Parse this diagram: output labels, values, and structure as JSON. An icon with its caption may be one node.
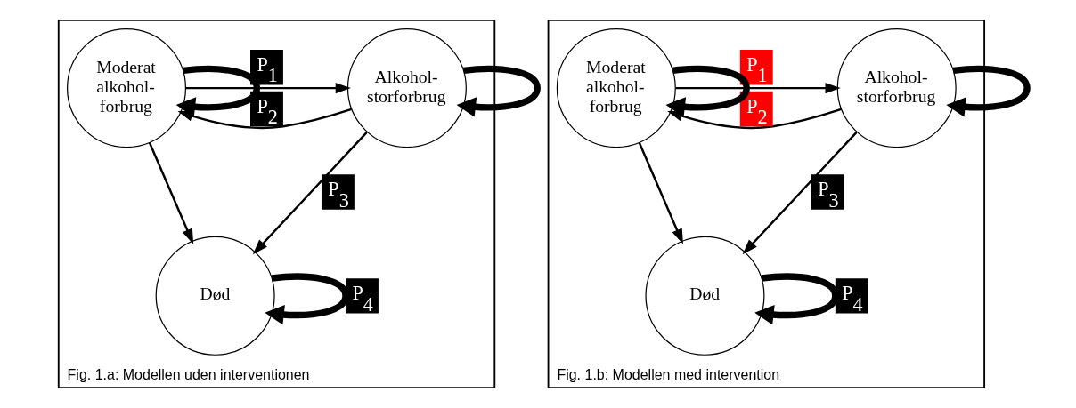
{
  "diagram": {
    "nodes": [
      {
        "text": [
          "Fig. 1.a: Modellen uden interventionen"
        ]
      },
      {
        "text": [
          "Alkohol- storforbrug"
        ],
        "in": 0
      },
      {
        "text": [
          "Moderat alkohol- forbrug"
        ],
        "in": 0
      },
      {
        "text": [
          "Død"
        ],
        "in": 0
      },
      {
        "text": [
          "Fig. 1.b: Modellen med intervention"
        ]
      },
      {
        "text": [
          "Alkohol- storforbrug"
        ],
        "in": 4
      },
      {
        "text": [
          "Moderat alkohol- forbrug"
        ],
        "in": 4
      },
      {
        "text": [
          "Død"
        ],
        "in": 4
      }
    ],
    "edges": [
      {
        "from": 1,
        "to": 1,
        "arrow": "to",
        "style": "thick"
      },
      {
        "from": 2,
        "to": 2,
        "arrow": "to",
        "style": "thick"
      },
      {
        "from": 2,
        "to": 1,
        "arrow": "to",
        "label": "P$_{1}$"
      },
      {
        "from": 1,
        "to": 2,
        "arrow": "to",
        "label": "P$_{2}$"
      },
      {
        "from": 1,
        "to": 3,
        "arrow": "to",
        "label": "P$_{3}$"
      },
      {
        "from": 2,
        "to": 3,
        "arrow": "to"
      },
      {
        "from": 3,
        "to": 3,
        "arrow": "to",
        "style": "thick",
        "label": "P$_{4}$"
      },
      {
        "from": 5,
        "to": 5,
        "arrow": "to",
        "style": "thick"
      },
      {
        "from": 6,
        "to": 6,
        "arrow": "to",
        "style": "thick"
      },
      {
        "from": 6,
        "to": 5,
        "arrow": "to",
        "label": "P$_{1}$"
      },
      {
        "from": 5,
        "to": 6,
        "arrow": "to",
        "label": "P$_{2}$"
      },
      {
        "from": 5,
        "to": 7,
        "arrow": "to",
        "label": "P$_{3}$"
      },
      {
        "from": 6,
        "to": 7,
        "arrow": "to"
      },
      {
        "from": 7,
        "to": 7,
        "arrow": "to",
        "style": "thick",
        "label": "P$_{4}$"
      }
    ]
  }
}
